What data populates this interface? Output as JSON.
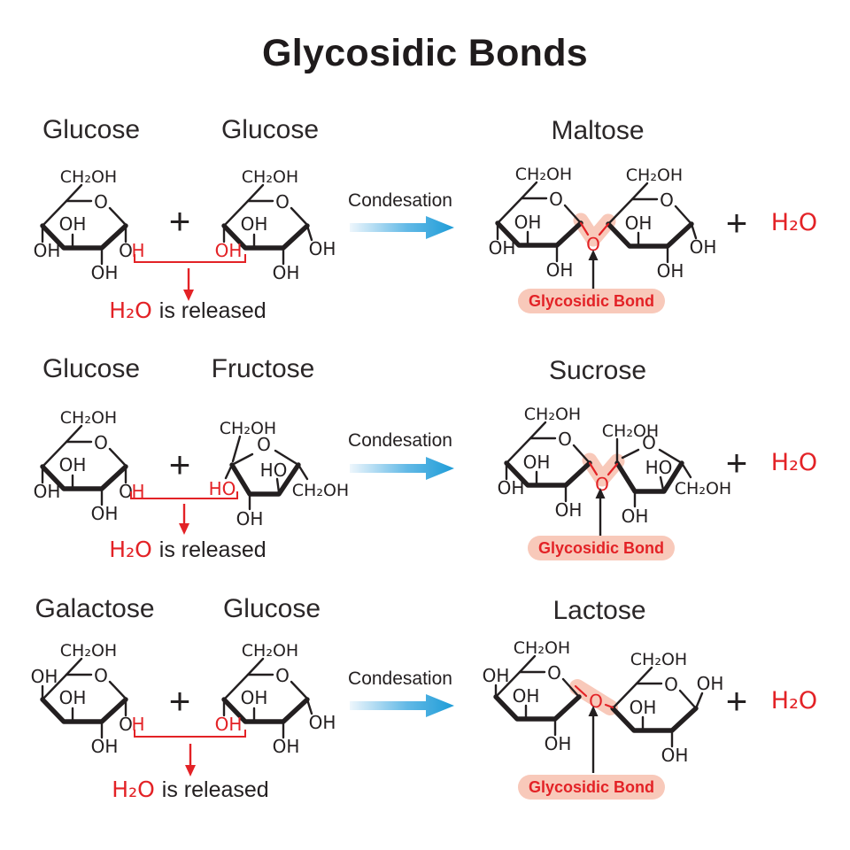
{
  "title": "Glycosidic Bonds",
  "common": {
    "process_label": "Condesation",
    "bond_label": "Glycosidic Bond",
    "plus": "+",
    "water": "H₂O",
    "released_suffix": "is released"
  },
  "chem": {
    "ch2oh": "CH₂OH",
    "oh": "OH",
    "ho": "HO",
    "o": "O",
    "h": "H"
  },
  "rows": [
    {
      "reactant1": "Glucose",
      "reactant2": "Glucose",
      "product": "Maltose"
    },
    {
      "reactant1": "Glucose",
      "reactant2": "Fructose",
      "product": "Sucrose"
    },
    {
      "reactant1": "Galactose",
      "reactant2": "Glucose",
      "product": "Lactose"
    }
  ],
  "colors": {
    "red": "#e32226",
    "pink": "#f8c9ba",
    "ink": "#231f20",
    "arrow_blue": "#1e9cd7"
  }
}
